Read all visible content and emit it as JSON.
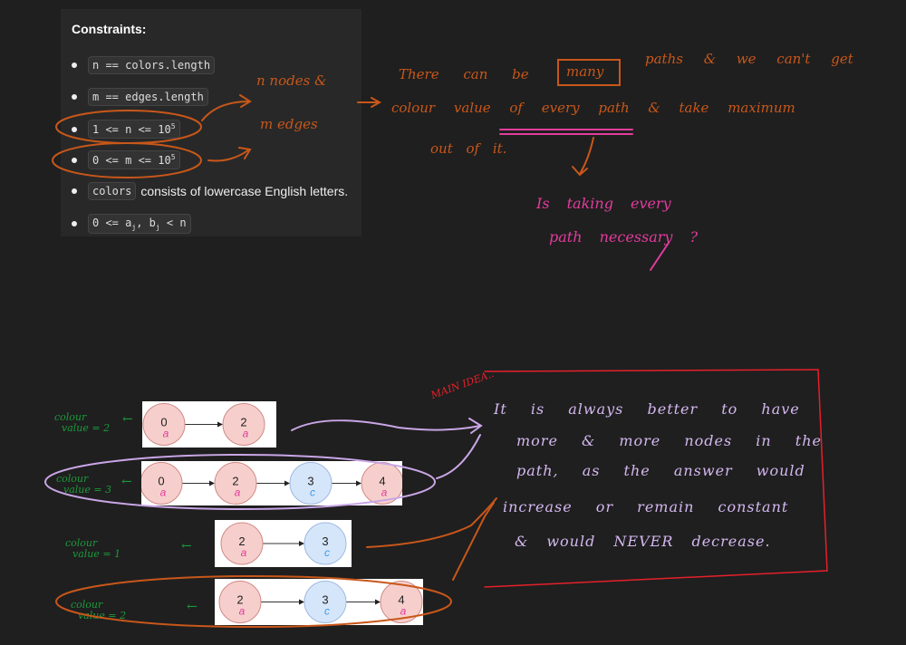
{
  "constraints": {
    "title": "Constraints:",
    "items": [
      {
        "code": "n == colors.length"
      },
      {
        "code": "m == edges.length"
      },
      {
        "code": "1 <= n <= 10",
        "sup": "5"
      },
      {
        "code": "0 <= m <= 10",
        "sup": "5"
      },
      {
        "code": "colors",
        "text": "consists of lowercase English letters."
      },
      {
        "code": "0 <= a",
        "sub1": "j",
        "mid": ", b",
        "sub2": "j",
        "end": " < n"
      }
    ]
  },
  "notes": {
    "nodes_edges_1": "n nodes &",
    "nodes_edges_2": "m edges",
    "line1_a": "There can be",
    "line1_box": "many",
    "line1_b": "paths & we can't get",
    "line2": "colour value of every path & take maximum",
    "line3": "out of it.",
    "question1": "Is taking every",
    "question2": "path necessary ?",
    "main_idea": "MAIN IDEA..",
    "idea": [
      "It is always better to have",
      "more & more nodes in the",
      "path, as the answer would",
      "increase or remain constant",
      "& would NEVER decrease."
    ]
  },
  "paths": [
    {
      "label1": "colour",
      "label2": "value = 2",
      "nodes": [
        {
          "id": "0",
          "c": "a"
        },
        {
          "id": "2",
          "c": "a"
        }
      ]
    },
    {
      "label1": "colour",
      "label2": "value = 3",
      "nodes": [
        {
          "id": "0",
          "c": "a"
        },
        {
          "id": "2",
          "c": "a"
        },
        {
          "id": "3",
          "c": "c"
        },
        {
          "id": "4",
          "c": "a"
        }
      ]
    },
    {
      "label1": "colour",
      "label2": "value = 1",
      "nodes": [
        {
          "id": "2",
          "c": "a"
        },
        {
          "id": "3",
          "c": "c"
        }
      ]
    },
    {
      "label1": "colour",
      "label2": "value = 2",
      "nodes": [
        {
          "id": "2",
          "c": "a"
        },
        {
          "id": "3",
          "c": "c"
        },
        {
          "id": "4",
          "c": "a"
        }
      ]
    }
  ],
  "colors": {
    "orange": "#c8571a",
    "pink": "#e23c9c",
    "purple": "#c9a6e6",
    "green": "#1b9a3c",
    "red": "#e5202a",
    "node_a": "#f6cfcc",
    "node_c": "#d6e6fa"
  }
}
